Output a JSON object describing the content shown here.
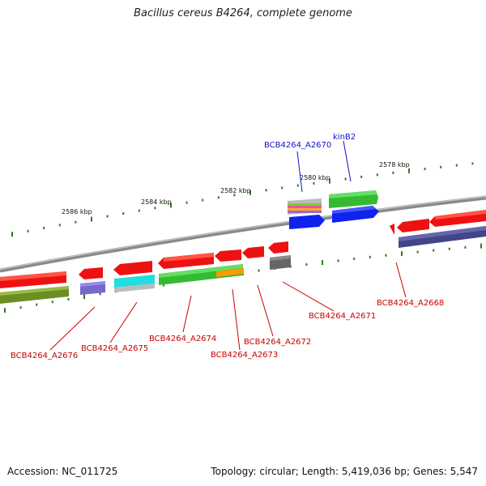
{
  "title": "Bacillus cereus B4264, complete genome",
  "footer": {
    "accession": "Accession: NC_011725",
    "summary": "Topology: circular; Length: 5,419,036 bp; Genes: 5,547"
  },
  "scale_labels": [
    "2586 kbp",
    "2584 kbp",
    "2582 kbp",
    "2580 kbp",
    "2578 kbp"
  ],
  "genes_forward": [
    "BCB4264_A2670",
    "kinB2"
  ],
  "genes_reverse": [
    "BCB4264_A2676",
    "BCB4264_A2675",
    "BCB4264_A2674",
    "BCB4264_A2673",
    "BCB4264_A2672",
    "BCB4264_A2671",
    "BCB4264_A2668"
  ],
  "colors": {
    "forward_label": "#1010c8",
    "reverse_label": "#c80000",
    "backbone": "#8c8c8c",
    "tick": "#2e7d1e",
    "red": "#ee1111",
    "green": "#33bb33",
    "blue": "#1122ee",
    "purple": "#7766cc",
    "olive": "#6b8e23",
    "cyan": "#22dddd",
    "grey": "#666666",
    "orange": "#ff9900",
    "navy": "#444488"
  }
}
